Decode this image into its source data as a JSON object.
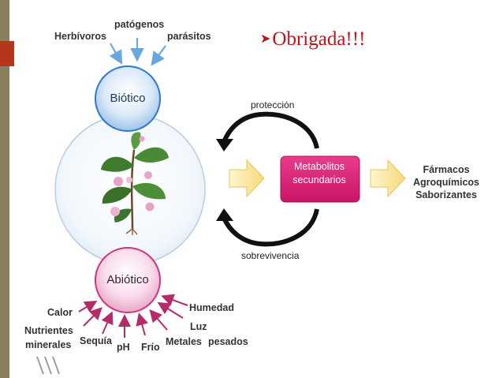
{
  "slide": {
    "title": "Obrigada!!!",
    "bullet_icon": "arrow-bullet-icon",
    "colors": {
      "title": "#c0141b",
      "biotic": "#2f79c8",
      "abiotic": "#c8387a",
      "metabolites": "#d81b72",
      "arrow_fill": "#fbe9a0"
    }
  },
  "diagram": {
    "biotic": {
      "label": "Biótico",
      "factors": [
        "Herbívoros",
        "patógenos",
        "parásitos"
      ]
    },
    "abiotic": {
      "label": "Abiótico",
      "factors": [
        "Calor",
        "Nutrientes",
        "minerales",
        "Sequía",
        "pH",
        "Frío",
        "Metales",
        "pesados",
        "Luz",
        "Humedad"
      ]
    },
    "metabolites": {
      "line1": "Metabolitos",
      "line2": "secundarios"
    },
    "cycle": {
      "top": "protección",
      "bottom": "sobrevivencia"
    },
    "products": [
      "Fármacos",
      "Agroquímicos",
      "Saborizantes"
    ],
    "plant_icon": "plant-illustration-icon"
  }
}
